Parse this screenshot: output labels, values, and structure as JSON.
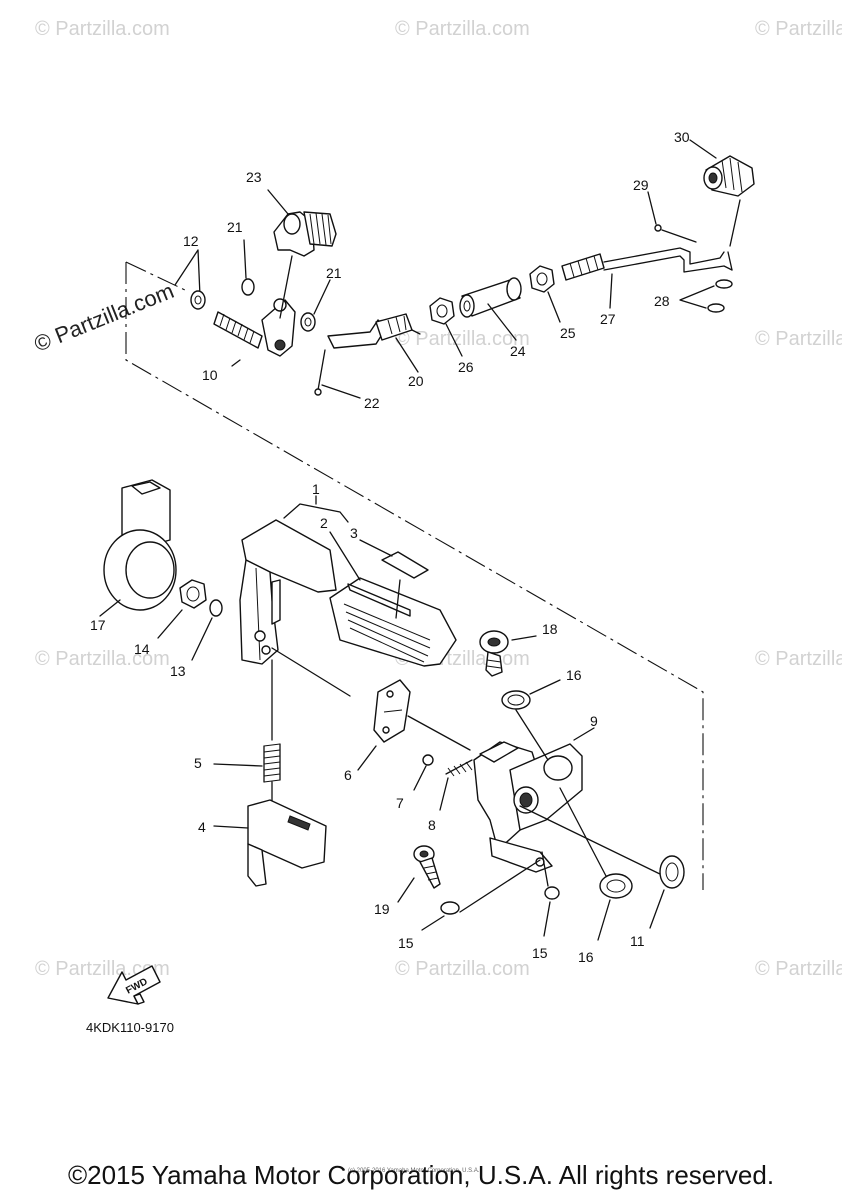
{
  "watermark": {
    "primary": "© Partzilla.com",
    "faint": "© Partzilla.com"
  },
  "callouts": {
    "c1": "1",
    "c2": "2",
    "c3": "3",
    "c4": "4",
    "c5": "5",
    "c6": "6",
    "c7": "7",
    "c8": "8",
    "c9": "9",
    "c10": "10",
    "c11": "11",
    "c12": "12",
    "c13": "13",
    "c14": "14",
    "c15a": "15",
    "c15b": "15",
    "c16a": "16",
    "c16b": "16",
    "c17": "17",
    "c18": "18",
    "c19": "19",
    "c20": "20",
    "c21a": "21",
    "c21b": "21",
    "c22": "22",
    "c23": "23",
    "c24": "24",
    "c25": "25",
    "c26": "26",
    "c27": "27",
    "c28": "28",
    "c29": "29",
    "c30": "30"
  },
  "fwd_label": "FWD",
  "diagram_code": "4KDK110-9170",
  "tiny_notice": "(c) 2005-2016 Yamaha Motor Corporation, U.S.A.",
  "copyright": "©2015 Yamaha Motor Corporation, U.S.A. All rights reserved."
}
